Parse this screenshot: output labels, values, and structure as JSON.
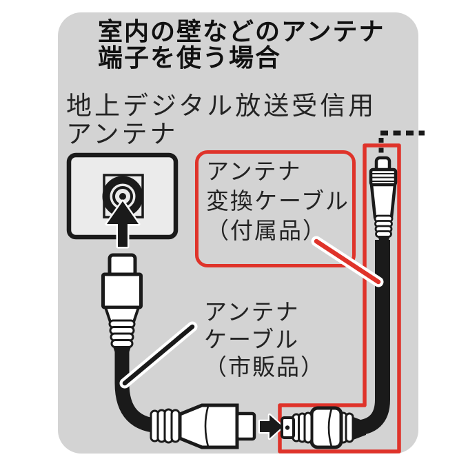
{
  "colors": {
    "panel_bg": "#d3d3d3",
    "plate_bg": "#ebebeb",
    "line": "#1a1a1a",
    "red": "#df332a",
    "text": "#232323"
  },
  "panel": {
    "title": "室内の壁などのアンテナ\n端子を使う場合"
  },
  "labels": {
    "terrestrial_antenna": "地上デジタル放送受信用\nアンテナ",
    "conversion_cable": "アンテナ\n変換ケーブル\n（付属品）",
    "antenna_cable": "アンテナ\nケーブル\n（市販品）"
  }
}
